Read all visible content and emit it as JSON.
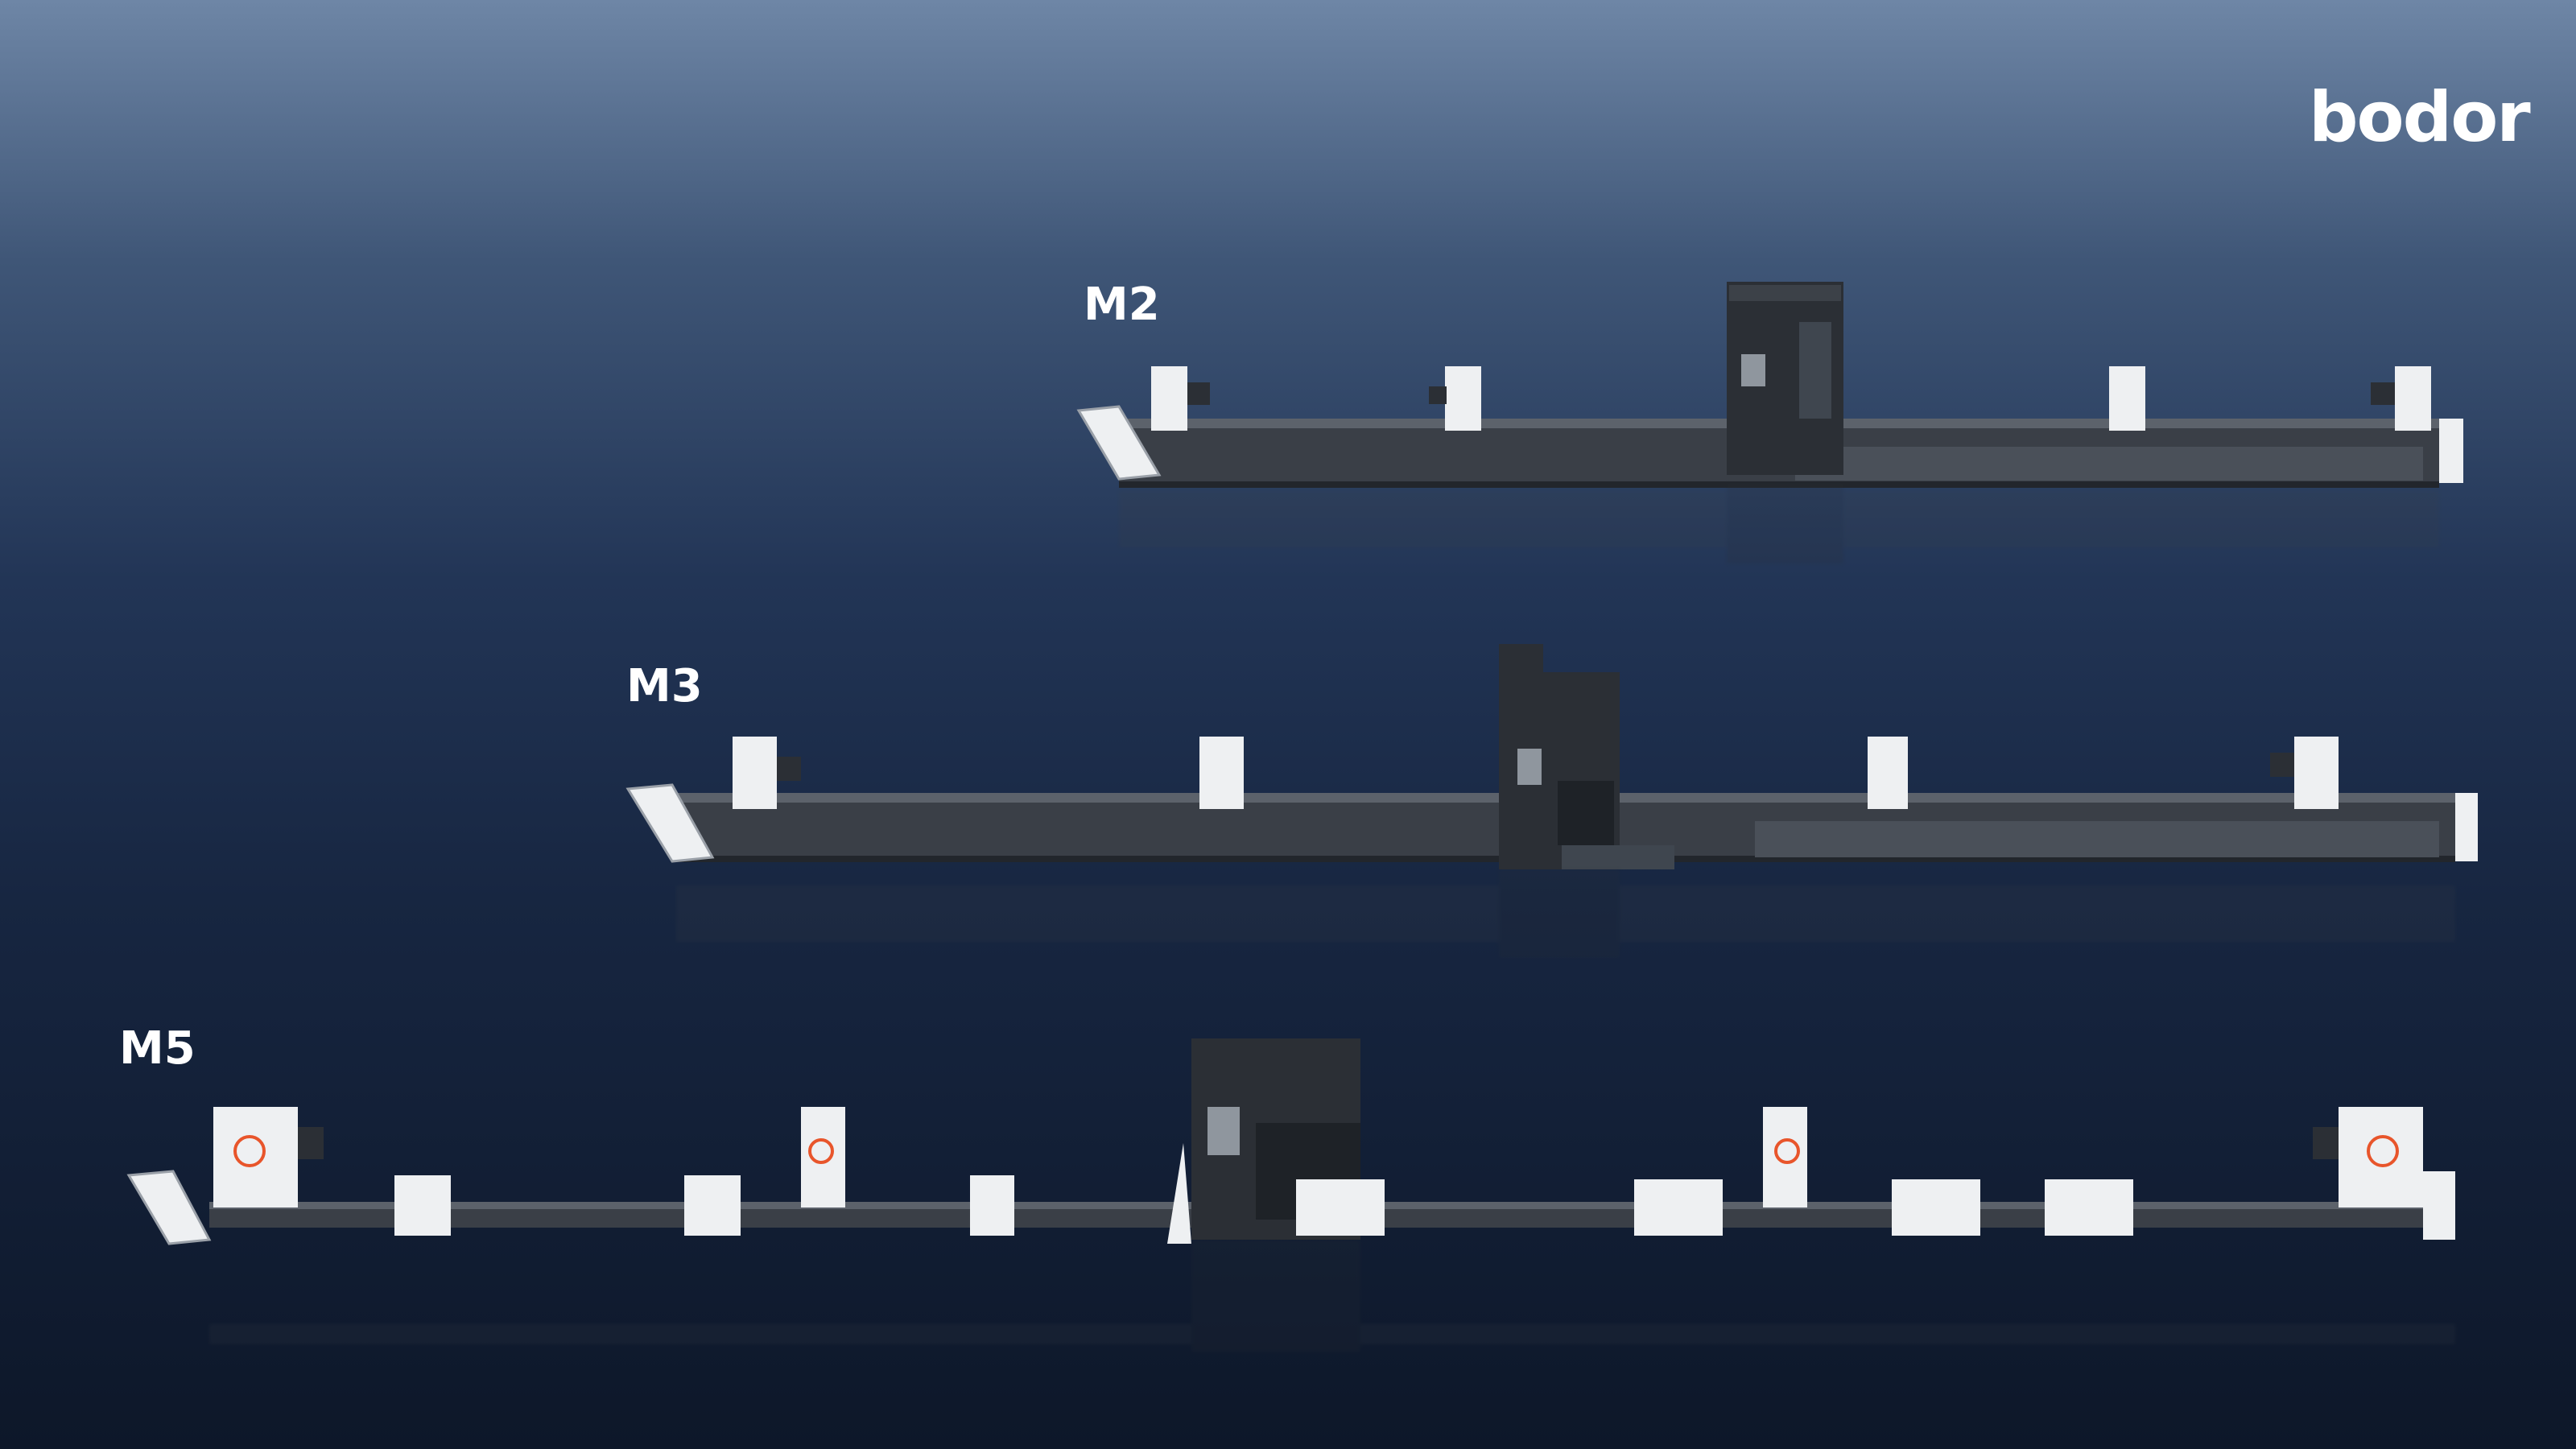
{
  "brand": {
    "logo_text": "bodor"
  },
  "models": [
    {
      "id": "m2",
      "label": "M2"
    },
    {
      "id": "m3",
      "label": "M3"
    },
    {
      "id": "m5",
      "label": "M5"
    }
  ],
  "icons": {
    "chuck_emblem": "orange-chuck-emblem-icon"
  },
  "colors": {
    "background_top": "#6e86a6",
    "background_bottom": "#0d1729",
    "machine_bed": "#3a3f47",
    "machine_white": "#eef0f2",
    "cabin_dark": "#2b2f35",
    "accent_orange": "#e8552b"
  }
}
